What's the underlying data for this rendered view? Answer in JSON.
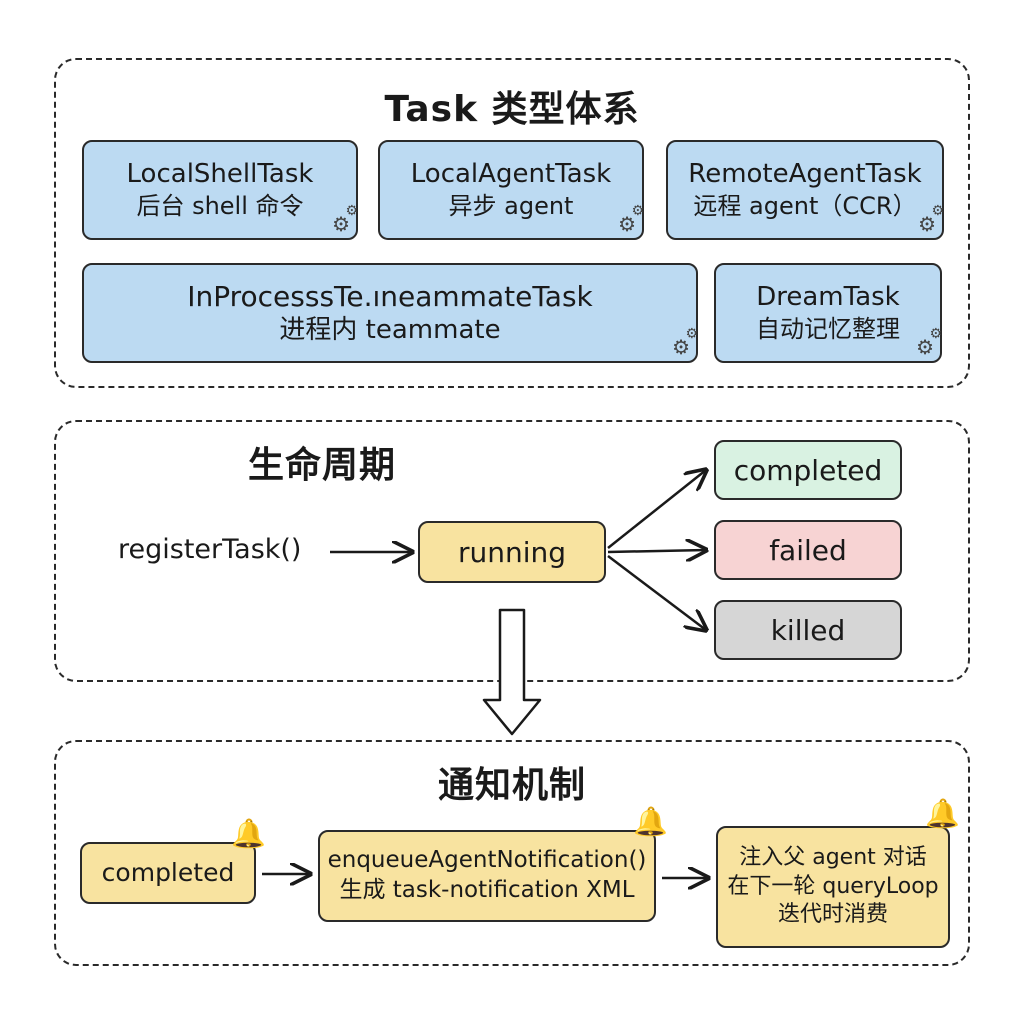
{
  "task_types": {
    "title": "Task 类型体系",
    "items": [
      {
        "name": "LocalShellTask",
        "desc": "后台 shell 命令"
      },
      {
        "name": "LocalAgentTask",
        "desc": "异步 agent"
      },
      {
        "name": "RemoteAgentTask",
        "desc": "远程 agent（CCR）"
      },
      {
        "name": "InProcesssTe.ıneammateTask",
        "desc": "进程内 teammate"
      },
      {
        "name": "DreamTask",
        "desc": "自动记忆整理"
      }
    ]
  },
  "lifecycle": {
    "title": "生命周期",
    "start": "registerTask()",
    "running": "running",
    "states": {
      "completed": "completed",
      "failed": "failed",
      "killed": "killed"
    }
  },
  "notification": {
    "title": "通知机制",
    "step1": "completed",
    "step2_line1": "enqueueAgentNotification()",
    "step2_line2": "生成 task-notification XML",
    "step3_line1": "注入父 agent 对话",
    "step3_line2": "在下一轮 queryLoop",
    "step3_line3": "迭代时消费"
  },
  "icons": {
    "gear": "gear-icon",
    "bell": "bell-icon"
  },
  "colors": {
    "blue": "#bcdaf2",
    "yellow": "#f8e3a0",
    "green": "#d9f2e2",
    "red": "#f7d3d3",
    "gray": "#d6d6d6"
  }
}
